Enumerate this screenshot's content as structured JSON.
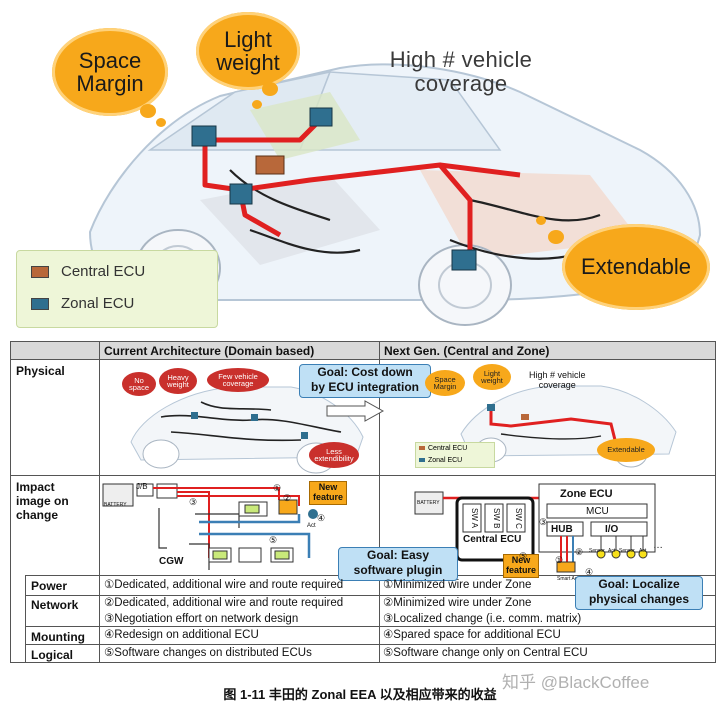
{
  "hero": {
    "bubbles": {
      "space_margin": "Space\nMargin",
      "light_weight": "Light\nweight",
      "extendable": "Extendable"
    },
    "coverage": "High # vehicle\ncoverage",
    "legend": {
      "central": "Central ECU",
      "zonal": "Zonal ECU"
    },
    "colors": {
      "bubble": "#f7a81b",
      "harness": "#e02020",
      "central_ecu": "#b8683a",
      "zonal_ecu": "#2f6f8f"
    }
  },
  "table": {
    "headers": {
      "current": "Current Architecture (Domain based)",
      "next": "Next Gen. (Central and Zone)"
    },
    "rows": {
      "physical": "Physical",
      "impact": "Impact\nimage on\nchange"
    },
    "physical_left": {
      "no_space": "No\nspace",
      "heavy": "Heavy\nweight",
      "few": "Few vehicle\ncoverage",
      "less": "Less\nextendibility"
    },
    "physical_right": {
      "space": "Space\nMargin",
      "light": "Light\nweight",
      "high": "High # vehicle\ncoverage",
      "ext": "Extendable",
      "leg_central": "Central ECU",
      "leg_zonal": "Zonal ECU"
    },
    "goal_cost": "Goal: Cost down\nby ECU integration",
    "impact_left": {
      "battery": "BATTERY",
      "jb": "J/B",
      "cgw": "CGW",
      "new_feature": "New\nfeature",
      "n1": "①",
      "n2": "②",
      "n3": "③",
      "n4": "④",
      "n5": "⑤",
      "act": "Act"
    },
    "impact_right": {
      "battery": "BATTERY",
      "zone_ecu": "Zone ECU",
      "mcu": "MCU",
      "hub": "HUB",
      "io": "I/O",
      "central_ecu": "Central ECU",
      "sw_a": "SW A",
      "sw_b": "SW B",
      "sw_c": "SW C",
      "new_feature": "New\nfeature",
      "sensor": "Sensor",
      "act": "Act",
      "smart_act": "Smart Act",
      "dots": "…",
      "n1": "①",
      "n2": "②",
      "n3": "③",
      "n4": "④",
      "n5": "⑤"
    },
    "goal_easy": "Goal: Easy\nsoftware plugin",
    "goal_localize": "Goal: Localize\nphysical changes",
    "summary": [
      {
        "label": "Power",
        "current": "①Dedicated, additional wire and route required",
        "next": "①Minimized wire under Zone"
      },
      {
        "label": "Network",
        "current": "②Dedicated, additional wire and route required\n③Negotiation effort on network design",
        "next": "②Minimized wire under Zone\n③Localized change (i.e. comm. matrix)"
      },
      {
        "label": "Mounting",
        "current": "④Redesign on additional ECU",
        "next": "④Spared space for additional ECU"
      },
      {
        "label": "Logical",
        "current": "⑤Software changes on distributed ECUs",
        "next": "⑤Software change only on Central ECU"
      }
    ]
  },
  "caption": "图 1-11 丰田的 Zonal EEA 以及相应带来的收益",
  "watermark": "知乎 @BlackCoffee"
}
